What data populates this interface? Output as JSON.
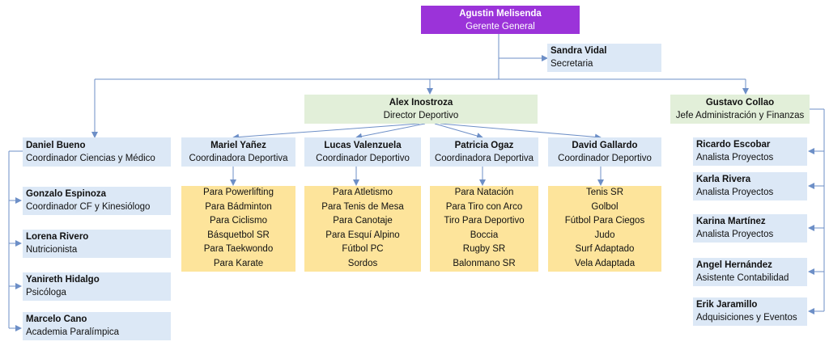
{
  "ceo": {
    "name": "Agustin Melisenda",
    "title": "Gerente General"
  },
  "secretary": {
    "name": "Sandra Vidal",
    "title": "Secretaria"
  },
  "sports_director": {
    "name": "Alex Inostroza",
    "title": "Director Deportivo"
  },
  "admin_head": {
    "name": "Gustavo Collao",
    "title": "Jefe Administración y Finanzas"
  },
  "left_staff": [
    {
      "name": "Daniel Bueno",
      "title": "Coordinador Ciencias y Médico"
    },
    {
      "name": "Gonzalo Espinoza",
      "title": "Coordinador CF y Kinesiólogo"
    },
    {
      "name": "Lorena Rivero",
      "title": "Nutricionista"
    },
    {
      "name": "Yanireth Hidalgo",
      "title": "Psicóloga"
    },
    {
      "name": "Marcelo Cano",
      "title": "Academia Paralímpica"
    }
  ],
  "coordinators": [
    {
      "name": "Mariel Yañez",
      "title": "Coordinadora Deportiva",
      "sports": [
        "Para Powerlifting",
        "Para Bádminton",
        "Para Ciclismo",
        "Básquetbol SR",
        "Para Taekwondo",
        "Para Karate"
      ]
    },
    {
      "name": "Lucas Valenzuela",
      "title": "Coordinador Deportivo",
      "sports": [
        "Para Atletismo",
        "Para Tenis de Mesa",
        "Para Canotaje",
        "Para Esquí Alpino",
        "Fútbol PC",
        "Sordos"
      ]
    },
    {
      "name": "Patricia Ogaz",
      "title": "Coordinadora Deportiva",
      "sports": [
        "Para Natación",
        "Para Tiro con Arco",
        "Tiro Para Deportivo",
        "Boccia",
        "Rugby SR",
        "Balonmano SR"
      ]
    },
    {
      "name": "David Gallardo",
      "title": "Coordinador Deportivo",
      "sports": [
        "Tenis SR",
        "Golbol",
        "Fútbol Para Ciegos",
        "Judo",
        "Surf Adaptado",
        "Vela Adaptada"
      ]
    }
  ],
  "admin_staff": [
    {
      "name": "Ricardo Escobar",
      "title": "Analista Proyectos"
    },
    {
      "name": "Karla Rivera",
      "title": "Analista Proyectos"
    },
    {
      "name": "Karina Martínez",
      "title": "Analista Proyectos"
    },
    {
      "name": "Angel Hernández",
      "title": "Asistente Contabilidad"
    },
    {
      "name": "Erik Jaramillo",
      "title": "Adquisiciones y Eventos"
    }
  ],
  "colors": {
    "ceo_fill": "#9b33d9",
    "staff_fill": "#dce8f6",
    "director_fill": "#e2efd9",
    "sports_fill": "#fde49b",
    "connector": "#6d8fc7"
  }
}
